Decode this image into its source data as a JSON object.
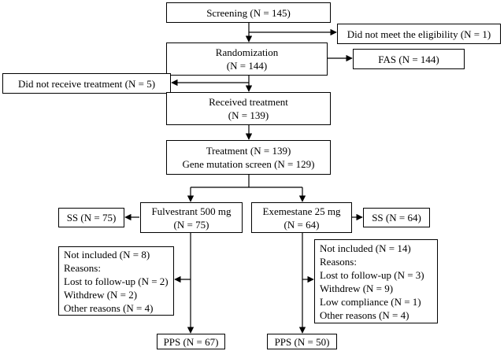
{
  "flowchart": {
    "screening": [
      "Screening (N = 145)"
    ],
    "not_eligible": [
      "Did not meet the eligibility (N = 1)"
    ],
    "randomization": [
      "Randomization",
      "(N = 144)"
    ],
    "fas": [
      "FAS (N = 144)"
    ],
    "no_treatment": [
      "Did not receive treatment (N = 5)"
    ],
    "received": [
      "Received treatment",
      "(N = 139)"
    ],
    "treatment": [
      "Treatment (N = 139)",
      "Gene mutation screen (N = 129)"
    ],
    "fulvestrant": [
      "Fulvestrant 500 mg",
      "(N = 75)"
    ],
    "exemestane": [
      "Exemestane 25 mg",
      "(N = 64)"
    ],
    "ss_left": [
      "SS (N = 75)"
    ],
    "ss_right": [
      "SS (N = 64)"
    ],
    "excluded_left": [
      "Not included (N = 8)",
      "Reasons:",
      "Lost to follow-up (N = 2)",
      "Withdrew (N = 2)",
      "Other reasons (N = 4)"
    ],
    "excluded_right": [
      "Not included (N = 14)",
      "Reasons:",
      "Lost to follow-up (N = 3)",
      "Withdrew (N = 9)",
      "Low compliance (N = 1)",
      "Other reasons (N = 4)"
    ],
    "pps_left": [
      "PPS (N = 67)"
    ],
    "pps_right": [
      "PPS (N = 50)"
    ]
  }
}
